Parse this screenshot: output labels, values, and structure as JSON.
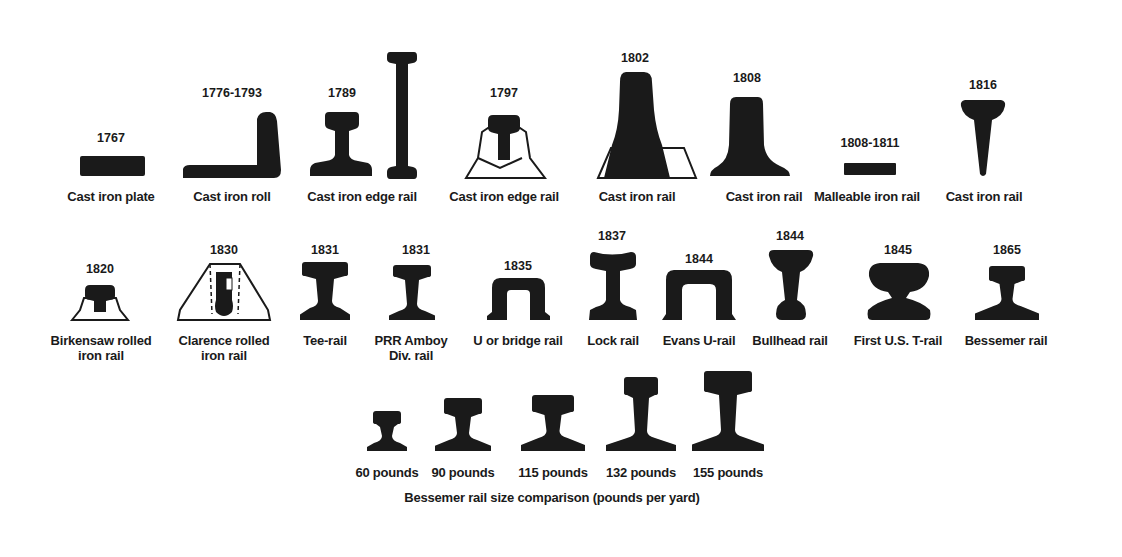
{
  "diagram": {
    "labels": [
      "1767",
      "Cast iron plate",
      "1776-1793",
      "Cast iron roll",
      "1789",
      "Cast iron edge rail",
      "1797",
      "Cast iron edge rail",
      "1802",
      "Cast iron rail",
      "1808",
      "Cast iron rail",
      "1808-1811",
      "Malleable iron rail",
      "1816",
      "Cast iron rail",
      "1820",
      "Birkensaw rolled iron rail",
      "1830",
      "Clarence rolled iron rail",
      "1831",
      "Tee-rail",
      "1831",
      "PRR Amboy Div. rail",
      "1835",
      "U or bridge rail",
      "1837",
      "Lock rail",
      "1844",
      "Evans U-rail",
      "1844",
      "Bullhead rail",
      "1845",
      "First U.S. T-rail",
      "1865",
      "Bessemer rail",
      "60 pounds",
      "90 pounds",
      "115 pounds",
      "132 pounds",
      "155 pounds",
      "Bessemer rail size comparison (pounds per yard)"
    ]
  }
}
